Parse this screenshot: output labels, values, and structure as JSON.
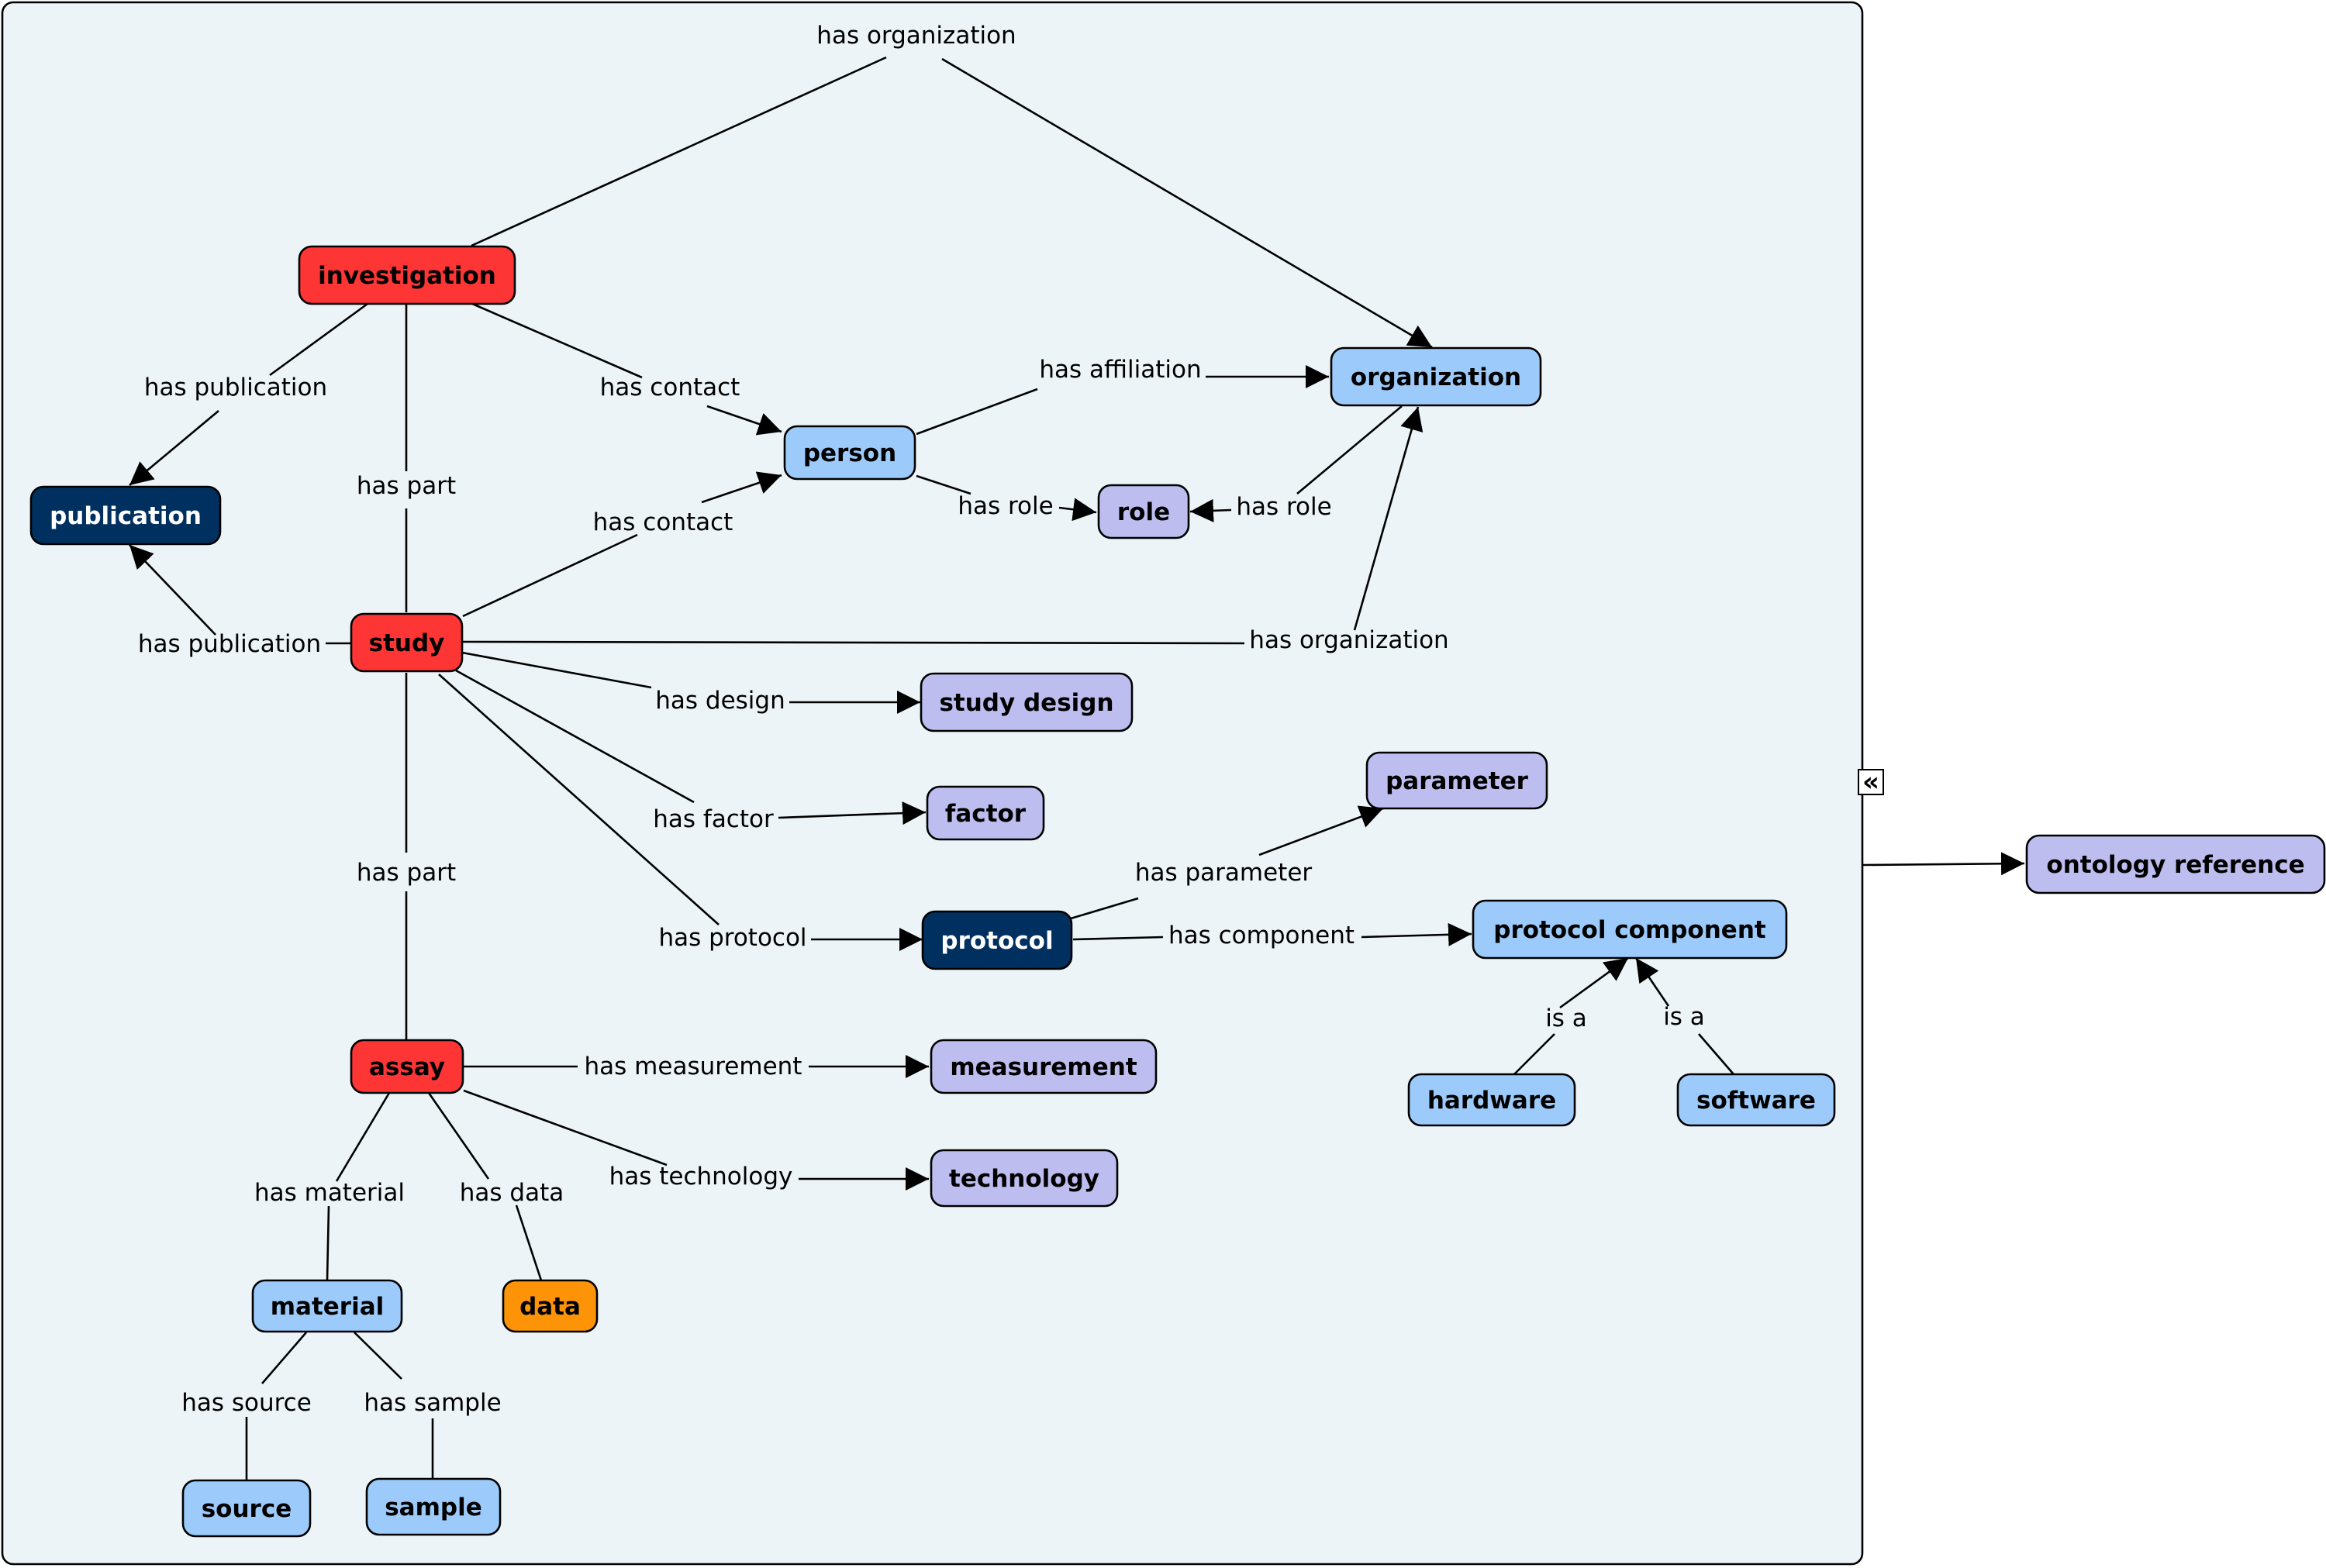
{
  "colors": {
    "panel_bg": "#ecf4f7",
    "red": "#fd3535",
    "navy": "#00305f",
    "light_blue": "#9ccbfb",
    "lavender": "#bebdf0",
    "orange": "#fd9408"
  },
  "collapse_icon": {
    "icon": "double-chevron-left-icon",
    "glyph": "«"
  },
  "nodes": [
    {
      "id": "investigation",
      "label": "investigation",
      "color": "red"
    },
    {
      "id": "publication",
      "label": "publication",
      "color": "navy"
    },
    {
      "id": "person",
      "label": "person",
      "color": "light_blue"
    },
    {
      "id": "organization",
      "label": "organization",
      "color": "light_blue"
    },
    {
      "id": "role",
      "label": "role",
      "color": "lavender"
    },
    {
      "id": "study",
      "label": "study",
      "color": "red"
    },
    {
      "id": "study_design",
      "label": "study design",
      "color": "lavender"
    },
    {
      "id": "factor",
      "label": "factor",
      "color": "lavender"
    },
    {
      "id": "parameter",
      "label": "parameter",
      "color": "lavender"
    },
    {
      "id": "protocol",
      "label": "protocol",
      "color": "navy"
    },
    {
      "id": "protocol_component",
      "label": "protocol component",
      "color": "light_blue"
    },
    {
      "id": "ontology_reference",
      "label": "ontology reference",
      "color": "lavender"
    },
    {
      "id": "assay",
      "label": "assay",
      "color": "red"
    },
    {
      "id": "measurement",
      "label": "measurement",
      "color": "lavender"
    },
    {
      "id": "technology",
      "label": "technology",
      "color": "lavender"
    },
    {
      "id": "hardware",
      "label": "hardware",
      "color": "light_blue"
    },
    {
      "id": "software",
      "label": "software",
      "color": "light_blue"
    },
    {
      "id": "material",
      "label": "material",
      "color": "light_blue"
    },
    {
      "id": "data",
      "label": "data",
      "color": "orange"
    },
    {
      "id": "source",
      "label": "source",
      "color": "light_blue"
    },
    {
      "id": "sample",
      "label": "sample",
      "color": "light_blue"
    }
  ],
  "edges": [
    {
      "id": "inv-org",
      "label": "has organization",
      "from": "investigation",
      "to": "organization"
    },
    {
      "id": "inv-pub",
      "label": "has publication",
      "from": "investigation",
      "to": "publication"
    },
    {
      "id": "inv-person",
      "label": "has contact",
      "from": "investigation",
      "to": "person"
    },
    {
      "id": "inv-study",
      "label": "has part",
      "from": "investigation",
      "to": "study"
    },
    {
      "id": "person-org",
      "label": "has affiliation",
      "from": "person",
      "to": "organization"
    },
    {
      "id": "person-role",
      "label": "has role",
      "from": "person",
      "to": "role"
    },
    {
      "id": "org-role",
      "label": "has role",
      "from": "organization",
      "to": "role"
    },
    {
      "id": "study-person",
      "label": "has contact",
      "from": "study",
      "to": "person"
    },
    {
      "id": "study-pub",
      "label": "has publication",
      "from": "study",
      "to": "publication"
    },
    {
      "id": "study-org",
      "label": "has organization",
      "from": "study",
      "to": "organization"
    },
    {
      "id": "study-design",
      "label": "has design",
      "from": "study",
      "to": "study design"
    },
    {
      "id": "study-factor",
      "label": "has factor",
      "from": "study",
      "to": "factor"
    },
    {
      "id": "study-protocol",
      "label": "has protocol",
      "from": "study",
      "to": "protocol"
    },
    {
      "id": "study-assay",
      "label": "has part",
      "from": "study",
      "to": "assay"
    },
    {
      "id": "protocol-param",
      "label": "has parameter",
      "from": "protocol",
      "to": "parameter"
    },
    {
      "id": "protocol-comp",
      "label": "has component",
      "from": "protocol",
      "to": "protocol component"
    },
    {
      "id": "hw-comp",
      "label": "is a",
      "from": "hardware",
      "to": "protocol component"
    },
    {
      "id": "sw-comp",
      "label": "is a",
      "from": "software",
      "to": "protocol component"
    },
    {
      "id": "assay-meas",
      "label": "has measurement",
      "from": "assay",
      "to": "measurement"
    },
    {
      "id": "assay-tech",
      "label": "has technology",
      "from": "assay",
      "to": "technology"
    },
    {
      "id": "assay-material",
      "label": "has material",
      "from": "assay",
      "to": "material"
    },
    {
      "id": "assay-data",
      "label": "has data",
      "from": "assay",
      "to": "data"
    },
    {
      "id": "material-source",
      "label": "has source",
      "from": "material",
      "to": "source"
    },
    {
      "id": "material-sample",
      "label": "has sample",
      "from": "material",
      "to": "sample"
    },
    {
      "id": "panel-ontology",
      "label": "",
      "from": "",
      "to": "ontology reference"
    }
  ]
}
